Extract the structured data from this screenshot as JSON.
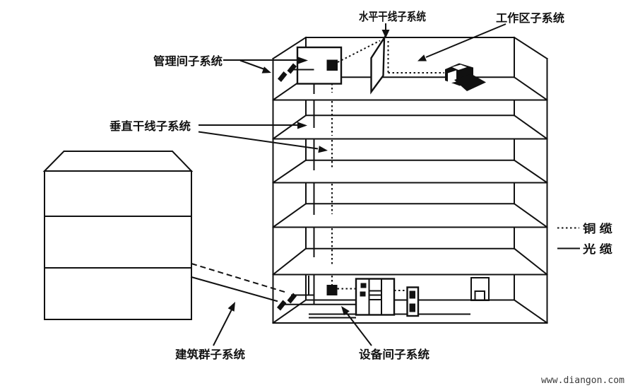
{
  "labels": {
    "horizontal_backbone": "水平干线子系统",
    "work_area": "工作区子系统",
    "management": "管理间子系统",
    "vertical_backbone": "垂直干线子系统",
    "building_group": "建筑群子系统",
    "equipment_room": "设备间子系统"
  },
  "legend": {
    "copper": "铜 缆",
    "fiber": "光 缆"
  },
  "watermark": "www.diangon.com",
  "colors": {
    "ink": "#111111",
    "background": "#ffffff",
    "watermark": "#3b3b3b"
  }
}
